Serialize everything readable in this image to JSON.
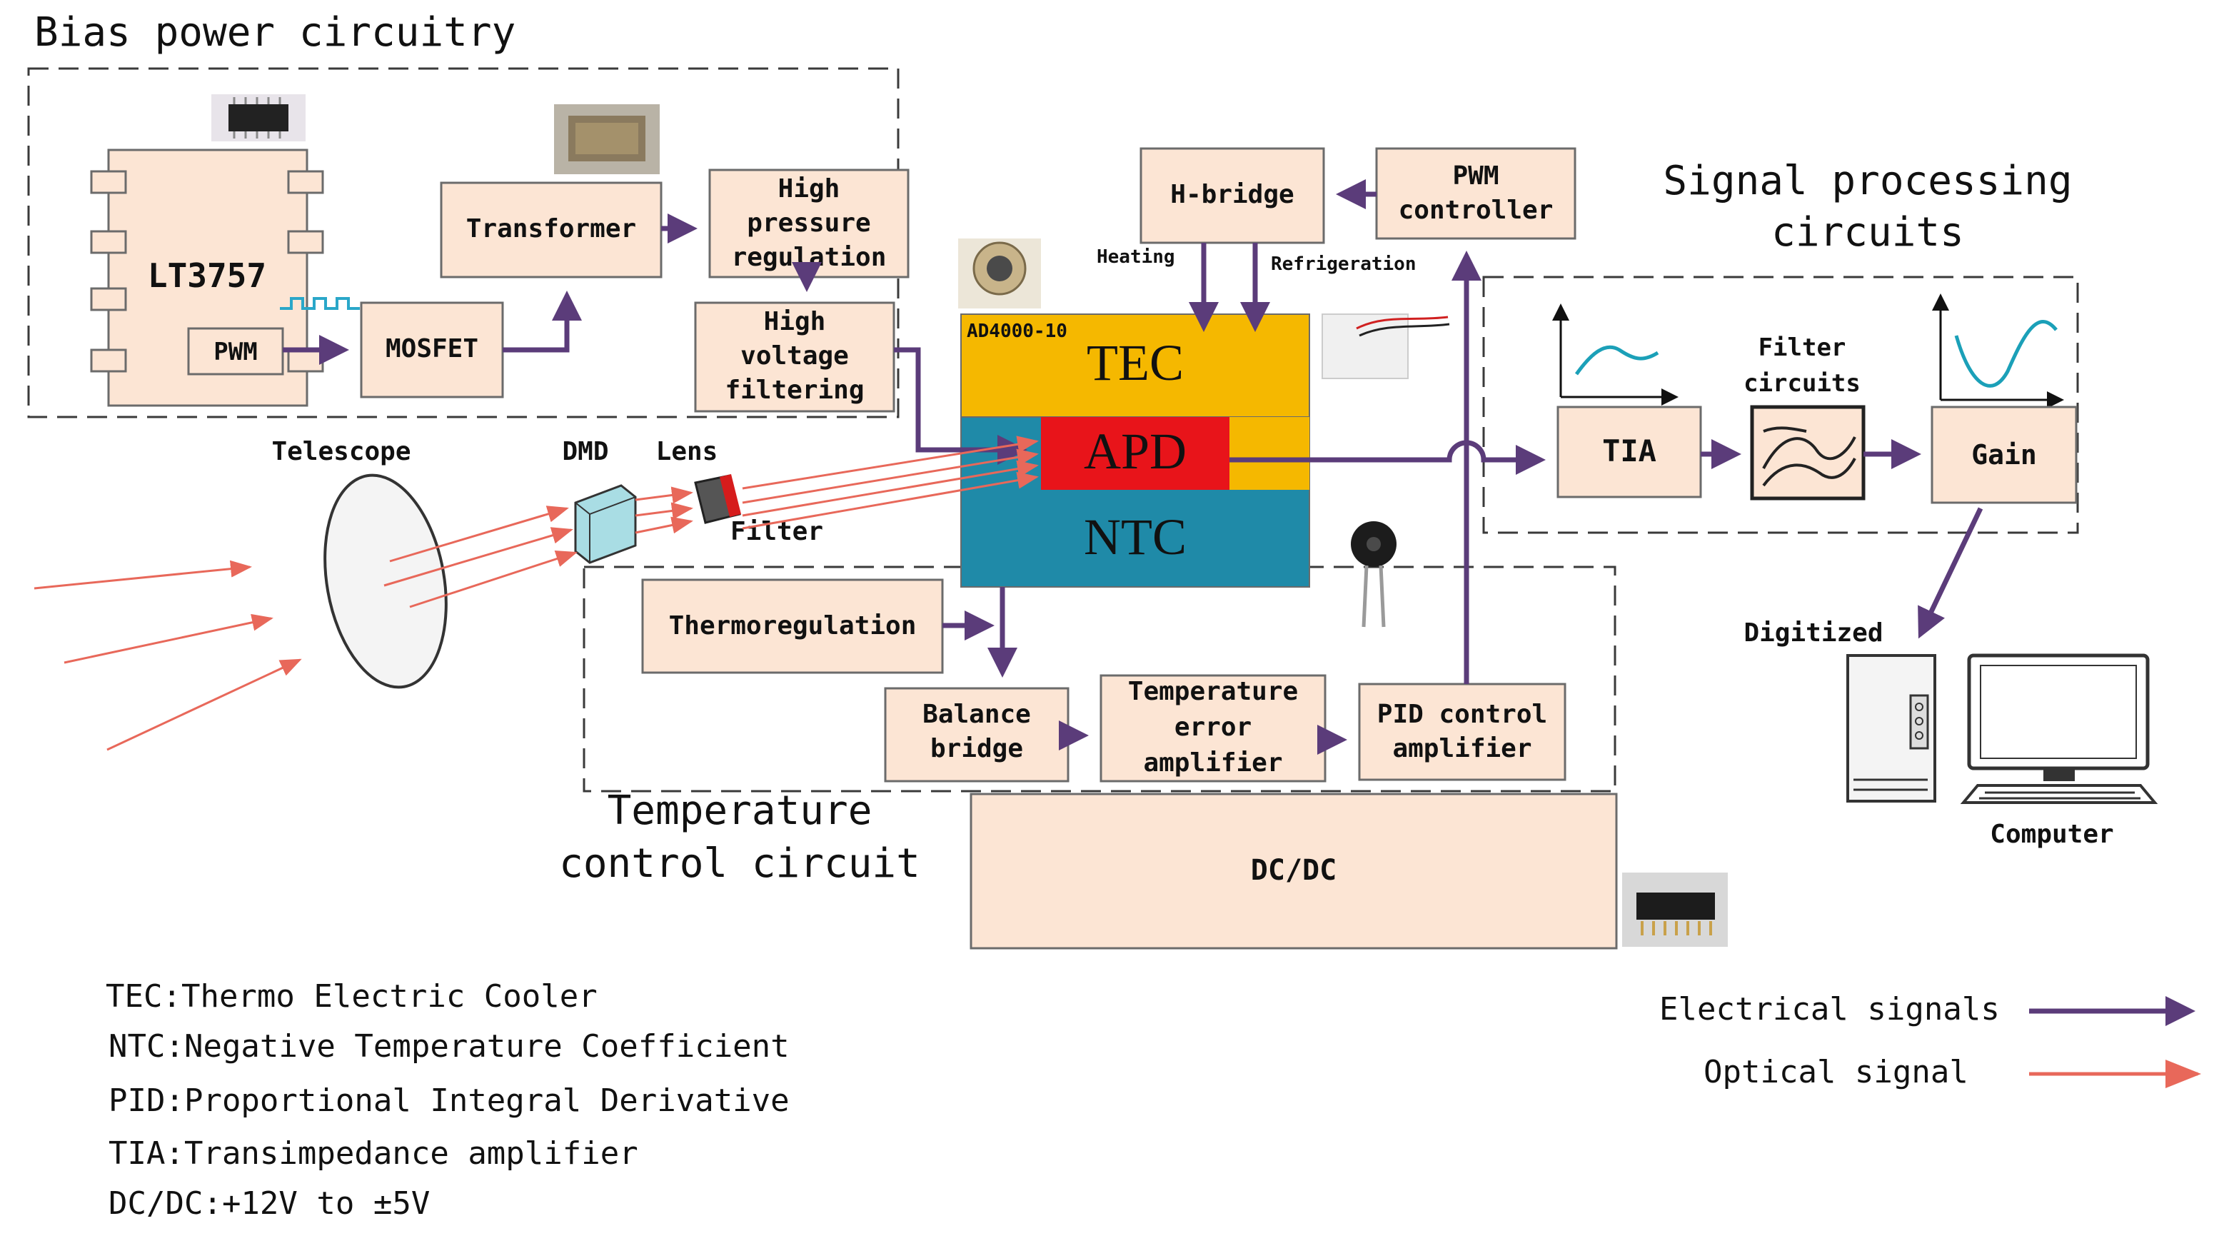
{
  "sections": {
    "bias": "Bias power circuitry",
    "signal_line1": "Signal processing",
    "signal_line2": "circuits",
    "temp_line1": "Temperature",
    "temp_line2": "control circuit"
  },
  "blocks": {
    "lt3757": "LT3757",
    "pwm": "PWM",
    "mosfet": "MOSFET",
    "transformer": "Transformer",
    "hpr": [
      "High",
      "pressure",
      "regulation"
    ],
    "hvf": [
      "High",
      "voltage",
      "filtering"
    ],
    "hbridge": "H-bridge",
    "pwm_ctrl": [
      "PWM",
      "controller"
    ],
    "heating": "Heating",
    "refrigeration": "Refrigeration",
    "ad_part": "AD4000-10",
    "tec": "TEC",
    "apd": "APD",
    "ntc": "NTC",
    "tia": "TIA",
    "filter_circuits": [
      "Filter",
      "circuits"
    ],
    "gain": "Gain",
    "digitized": "Digitized",
    "computer": "Computer",
    "telescope": "Telescope",
    "dmd": "DMD",
    "lens": "Lens",
    "filter": "Filter",
    "thermoregulation": "Thermoregulation",
    "balance_bridge": [
      "Balance",
      "bridge"
    ],
    "temp_error_amp": [
      "Temperature",
      "error",
      "amplifier"
    ],
    "pid_amp": [
      "PID control",
      "amplifier"
    ],
    "dcdc": "DC/DC"
  },
  "glossary": [
    "TEC:Thermo Electric Cooler",
    "NTC:Negative Temperature Coefficient",
    "PID:Proportional Integral Derivative",
    "TIA:Transimpedance amplifier",
    "DC/DC:+12V to ±5V"
  ],
  "legend": {
    "electrical": "Electrical signals",
    "optical": "Optical signal"
  },
  "colors": {
    "block_fill": "#fce5d4",
    "electrical_arrow": "#5b3c7a",
    "optical_arrow": "#e8685a",
    "tec": "#f5b800",
    "apd": "#e8141a",
    "ntc": "#1f8aa8"
  }
}
